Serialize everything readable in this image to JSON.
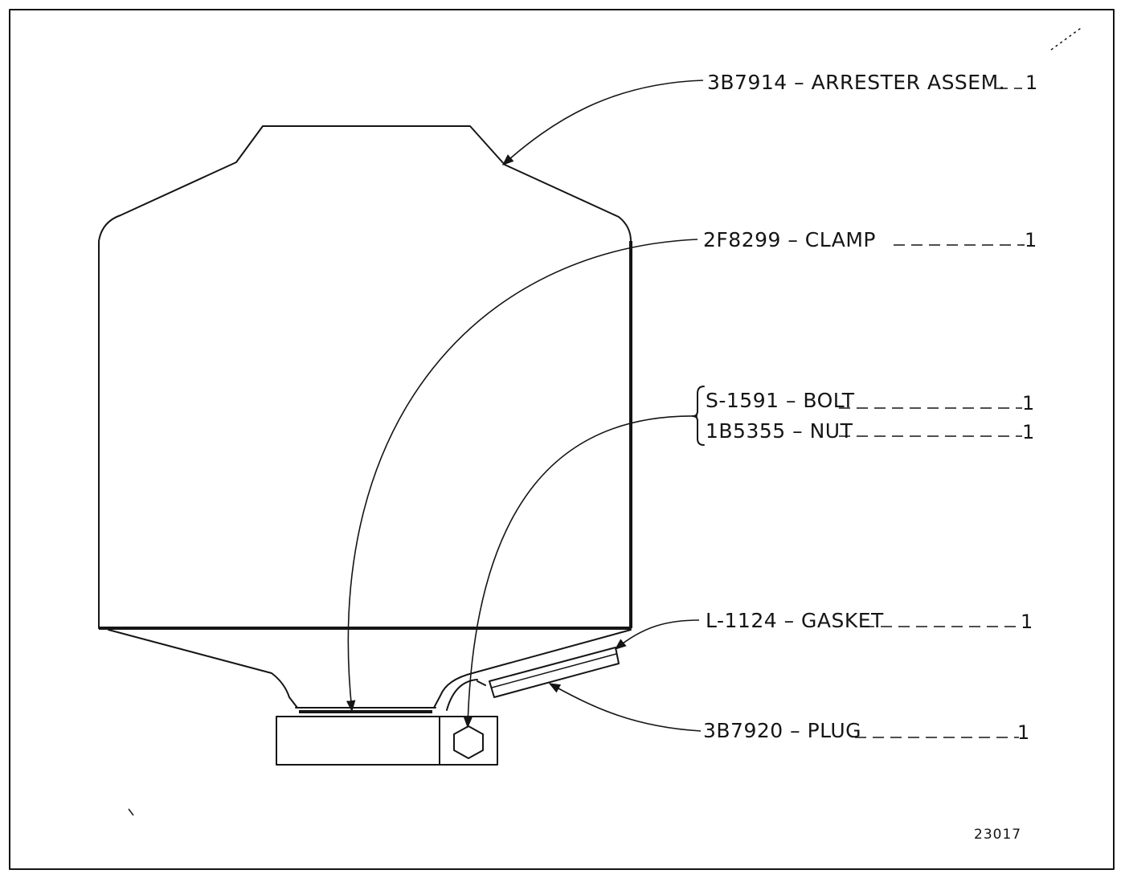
{
  "parts": [
    {
      "id": "arrester",
      "part_no": "3B7914",
      "name": "ARRESTER ASSEM.",
      "qty": "1"
    },
    {
      "id": "clamp",
      "part_no": "2F8299",
      "name": "CLAMP",
      "qty": "1"
    },
    {
      "id": "bolt",
      "part_no": "S-1591",
      "name": "BOLT",
      "qty": "1"
    },
    {
      "id": "nut",
      "part_no": "1B5355",
      "name": "NUT",
      "qty": "1"
    },
    {
      "id": "gasket",
      "part_no": "L-1124",
      "name": "GASKET",
      "qty": "1"
    },
    {
      "id": "plug",
      "part_no": "3B7920",
      "name": "PLUG",
      "qty": "1"
    }
  ],
  "labels": {
    "arrester": "3B7914 – ARRESTER  ASSEM.",
    "clamp": "2F8299 – CLAMP",
    "bolt": "S-1591 – BOLT",
    "nut": "1B5355 – NUT",
    "gasket": "L-1124 – GASKET",
    "plug": "3B7920 – PLUG"
  },
  "figure_number": "23017"
}
